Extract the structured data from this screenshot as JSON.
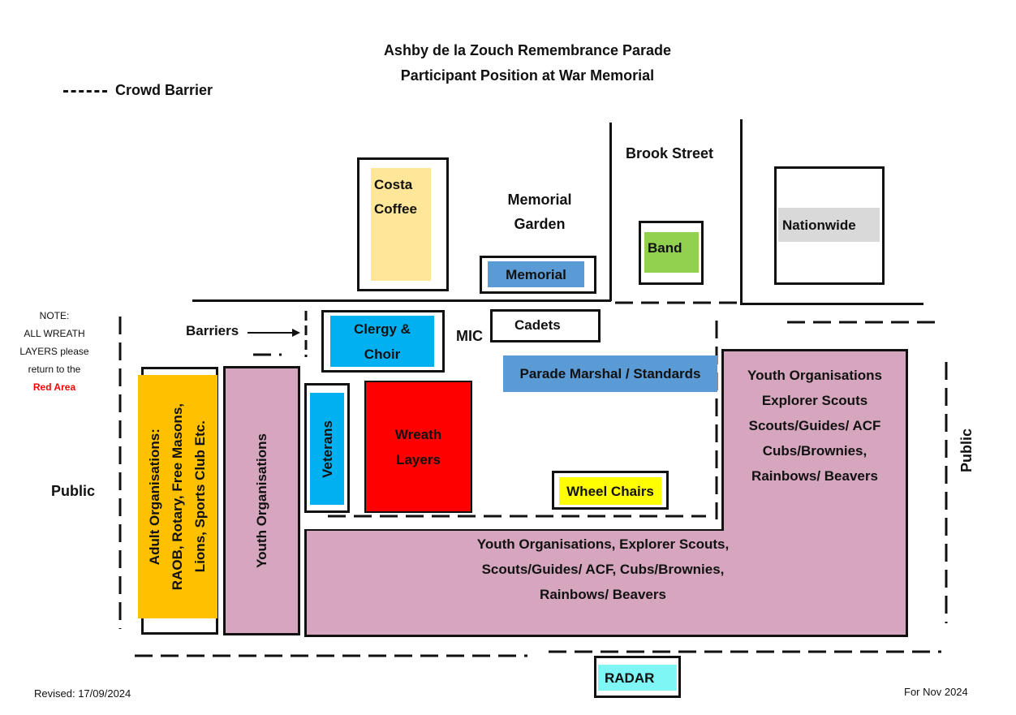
{
  "title_line1": "Ashby de la Zouch Remembrance Parade",
  "title_line2": "Participant Position at War Memorial",
  "legend_label": "Crowd Barrier",
  "streets": {
    "brook_street": "Brook Street",
    "memorial_garden_1": "Memorial",
    "memorial_garden_2": "Garden"
  },
  "buildings": {
    "costa_1": "Costa",
    "costa_2": "Coffee",
    "nationwide": "Nationwide",
    "memorial": "Memorial",
    "band": "Band",
    "radar": "RADAR"
  },
  "positions": {
    "clergy_1": "Clergy &",
    "clergy_2": "Choir",
    "cadets": "Cadets",
    "mic": "MIC",
    "barriers": "Barriers",
    "parade_marshal": "Parade Marshal / Standards",
    "veterans": "Veterans",
    "wreath_1": "Wreath",
    "wreath_2": "Layers",
    "wheel_chairs": "Wheel Chairs",
    "adult_1": "Adult Organisations:",
    "adult_2": "RAOB, Rotary, Free Masons,",
    "adult_3": "Lions, Sports Club Etc.",
    "youth_vertical": "Youth Organisations",
    "youth_right_1": "Youth Organisations",
    "youth_right_2": "Explorer Scouts",
    "youth_right_3": "Scouts/Guides/ ACF",
    "youth_right_4": "Cubs/Brownies,",
    "youth_right_5": "Rainbows/ Beavers",
    "youth_bottom_1": "Youth Organisations, Explorer Scouts,",
    "youth_bottom_2": "Scouts/Guides/ ACF, Cubs/Brownies,",
    "youth_bottom_3": "Rainbows/ Beavers"
  },
  "public_left": "Public",
  "public_right": "Public",
  "note": {
    "line1": "NOTE:",
    "line2": "ALL WREATH",
    "line3": "LAYERS please",
    "line4": "return to the",
    "line5": "Red Area"
  },
  "revised": "Revised: 17/09/2024",
  "for_date": "For Nov 2024",
  "colors": {
    "costa": "#ffe699",
    "memorial": "#5b9bd5",
    "band": "#92d050",
    "nationwide": "#d9d9d9",
    "clergy": "#00b0f0",
    "parade_marshal": "#5b9bd5",
    "veterans": "#00b0f0",
    "wreath": "#ff0000",
    "wheel_chairs": "#ffff00",
    "adult": "#ffc000",
    "youth": "#d5a6bd",
    "radar": "#7ff6f6",
    "note_red": "#ff0000"
  }
}
